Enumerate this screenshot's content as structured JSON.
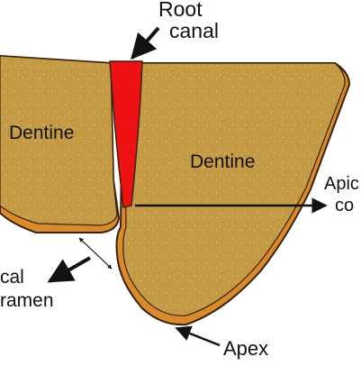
{
  "labels": {
    "root_canal_line1": "Root",
    "root_canal_line2": "canal",
    "dentine_left": "Dentine",
    "dentine_right": "Dentine",
    "apical_constriction_line1": "Apic",
    "apical_constriction_line2": "co",
    "apical_foramen_line1": "cal",
    "apical_foramen_line2": "ramen",
    "apex": "Apex"
  },
  "colors": {
    "dentine": "#c49a45",
    "cementum": "#d88a2c",
    "outline": "#3a2208",
    "canal": "#ee1111",
    "arrow": "#111111"
  }
}
